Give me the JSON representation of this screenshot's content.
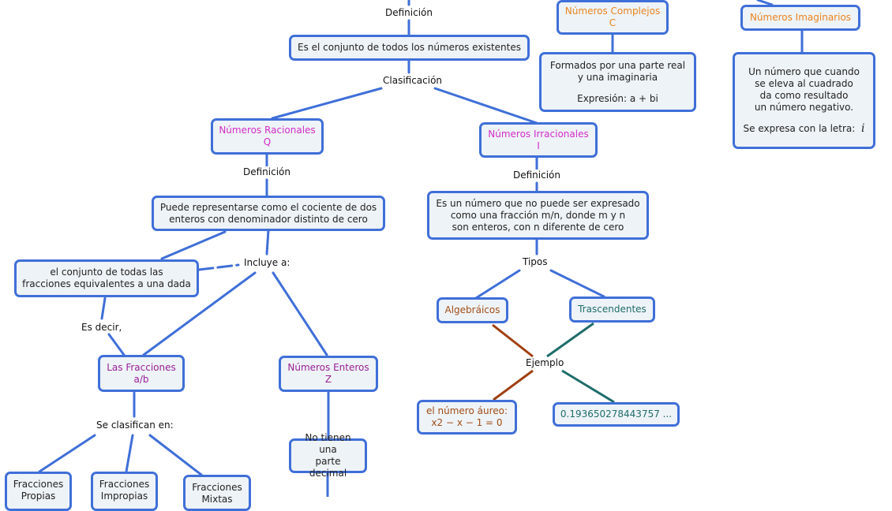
{
  "labels": {
    "def_top": "Definición",
    "clasificacion": "Clasificación",
    "def_rac": "Definición",
    "def_irr": "Definición",
    "incluye": "Incluye a:",
    "es_decir": "Es decir,",
    "se_clasifican": "Se clasifican en:",
    "tipos": "Tipos",
    "ejemplo": "Ejemplo"
  },
  "nodes": {
    "conjunto": "Es el conjunto de todos los números existentes",
    "complejos": {
      "title": "Números Complejos",
      "symbol": "C"
    },
    "complejos_desc": {
      "line1": "Formados por una parte real",
      "line2": "y una imaginaria",
      "line3": "Expresión: a + bi"
    },
    "imaginarios": {
      "title": "Números Imaginarios"
    },
    "imaginarios_desc": {
      "line1": "Un número que cuando",
      "line2": "se eleva al cuadrado",
      "line3": "da como resultado",
      "line4": "un número negativo.",
      "line5": "Se expresa con la letra:",
      "letter": "i"
    },
    "racionales": {
      "title": "Números Racionales",
      "symbol": "Q"
    },
    "irracionales": {
      "title": "Números Irracionales",
      "symbol": "I"
    },
    "racionales_def": {
      "line1": "Puede representarse como el cociente de dos",
      "line2": "enteros con denominador distinto de cero"
    },
    "irracionales_def": {
      "line1": "Es un número que no puede ser expresado",
      "line2": "como una fracción m/n, donde m y n",
      "line3": "son enteros, con n diferente de cero"
    },
    "equivalentes": {
      "line1": "el conjunto de todas las",
      "line2": "fracciones equivalentes a una dada"
    },
    "fracciones": {
      "title": "Las Fracciones",
      "symbol": "a/b"
    },
    "enteros": {
      "title": "Números Enteros",
      "symbol": "Z"
    },
    "no_decimal": {
      "line1": "No tienen una",
      "line2": "parte decimal"
    },
    "propias": {
      "line1": "Fracciones",
      "line2": "Propias"
    },
    "impropias": {
      "line1": "Fracciones",
      "line2": "Impropias"
    },
    "mixtas": {
      "line1": "Fracciones",
      "line2": "Mixtas"
    },
    "algebraicos": "Algebráicos",
    "trascendentes": "Trascendentes",
    "aureo": {
      "line1": "el número áureo:",
      "line2": "x2 − x − 1 = 0"
    },
    "decimal": "0.193650278443757 ..."
  },
  "colors": {
    "border": "#3f6fd8",
    "fill": "#eef3f7",
    "link": "#3f6fd8",
    "algebraic_link": "#a0400f",
    "transcendental_link": "#1e6d6a"
  }
}
